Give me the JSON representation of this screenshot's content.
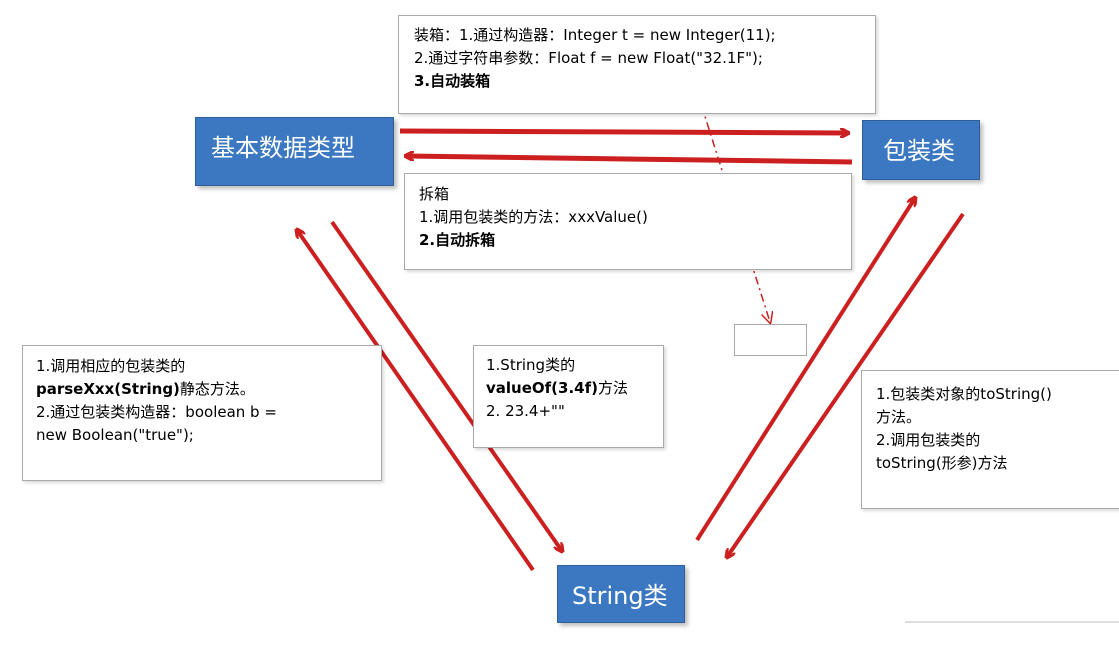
{
  "nodes": {
    "primitive": "基本数据类型",
    "wrapper": "包装类",
    "string": "String类"
  },
  "boxing_note": {
    "line1": "装箱：1.通过构造器：Integer t = new Integer(11);",
    "line2": "2.通过字符串参数：Float f = new Float(\"32.1F\");",
    "line3": "3.自动装箱"
  },
  "unboxing_note": {
    "title": "拆箱",
    "line1": "1.调用包装类的方法：xxxValue()",
    "line2": "2.自动拆箱"
  },
  "string_to_primitive_note": {
    "line1": "1.调用相应的包装类的",
    "line2_bold": "parseXxx(String)",
    "line2_rest": "静态方法。",
    "line3": "2.通过包装类构造器：boolean b =",
    "line4": "new Boolean(\"true\");"
  },
  "primitive_to_string_note": {
    "line1": "1.String类的",
    "line2_bold": "valueOf(3.4f)",
    "line2_rest": "方法",
    "line3": "2. 23.4+\"\""
  },
  "wrapper_to_string_note": {
    "line1": "1.包装类对象的toString()",
    "line2": "方法。",
    "line3": "2.调用包装类的",
    "line4": "toString(形参)方法"
  },
  "empty_box": "",
  "colors": {
    "node_fill": "#3b78c1",
    "node_text": "#ffffff",
    "arrow": "#cc1f1f",
    "note_border": "#a9a9a9"
  }
}
